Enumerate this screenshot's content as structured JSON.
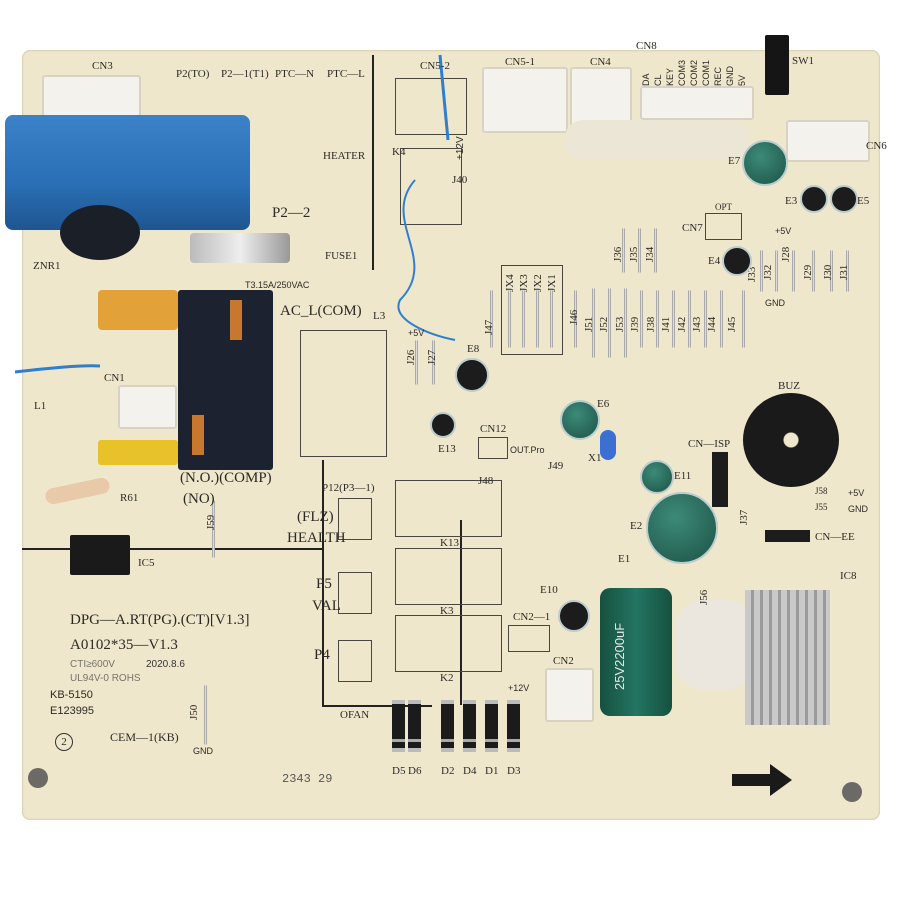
{
  "board": {
    "model": "DPG—A.RT(PG).(CT)[V1.3]",
    "part_no": "A0102*35—V1.3",
    "cti": "CTI≥600V",
    "date": "2020.8.6",
    "ul": "UL94V-0  ROHS",
    "maker_code": "KB-5150",
    "ul_file": "E123995",
    "material": "CEM—1(KB)",
    "layer_mark": "2",
    "stamp": "2343 29",
    "colors": {
      "board": "#efe7cc",
      "capacitor_blue": "#2a6fb5",
      "relay": "#1d2230",
      "electrolytic": "#1e6b5a",
      "ink_pen": "#2f7fd0"
    }
  },
  "labels": {
    "cn3": "CN3",
    "p2to": "P2(TO)",
    "p21": "P2—1(T1)",
    "ptcn": "PTC—N",
    "ptcl": "PTC—L",
    "cn52": "CN5-2",
    "cn51": "CN5-1",
    "cn4": "CN4",
    "cn8": "CN8",
    "sw1": "SW1",
    "cn6": "CN6",
    "cn8_pins": [
      "DA",
      "CL",
      "KEY",
      "COM3",
      "COM2",
      "COM1",
      "REC",
      "GND",
      "5V"
    ],
    "heater": "HEATER",
    "k4": "K4",
    "p22": "P2—2",
    "fuse1": "FUSE1",
    "fuse_rating": "T3.15A/250VAC",
    "znr1": "ZNR1",
    "acl": "AC_L(COM)",
    "l3": "L3",
    "l1": "L1",
    "cn1": "CN1",
    "j40": "J40",
    "plus12v": "+12V",
    "e7": "E7",
    "e3": "E3",
    "e5": "E5",
    "cn7": "CN7",
    "opt": "OPT",
    "e4": "E4",
    "plus5v": "+5V",
    "gnd": "GND",
    "e8": "E8",
    "e6": "E6",
    "e13": "E13",
    "cn12": "CN12",
    "outpro": "OUT.Pro",
    "x1": "X1",
    "j49": "J49",
    "j48": "J48",
    "e11": "E11",
    "e2": "E2",
    "buz": "BUZ",
    "cnisp": "CN—ISP",
    "cnee": "CN—EE",
    "e1": "E1",
    "ic8": "IC8",
    "no_comp": "(N.O.)(COMP)",
    "no": "(NO)",
    "p12": "P12(P3—1)",
    "flz": "(FLZ)",
    "health": "HEALTH",
    "k13": "K13",
    "p5": "P5",
    "val": "VAL",
    "k3": "K3",
    "p4": "P4",
    "k2": "K2",
    "ofan": "OFAN",
    "cn21": "CN2—1",
    "e10": "E10",
    "cn2": "CN2",
    "r61": "R61",
    "ic5": "IC5",
    "j59": "J59",
    "j50": "J50",
    "cap_print": "25V2200uF",
    "diodes": [
      "D5",
      "D6",
      "D2",
      "D4",
      "D1",
      "D3"
    ],
    "jumpers_a": [
      "J36",
      "J35",
      "J34"
    ],
    "jx": [
      "JX4",
      "JX3",
      "JX2",
      "JX1"
    ],
    "jumpers_b": [
      "J47",
      "J46",
      "J51",
      "J52",
      "J53",
      "J39",
      "J38",
      "J41",
      "J42",
      "J43",
      "J44",
      "J45"
    ],
    "jumpers_c": [
      "J33",
      "J32",
      "J28",
      "J29",
      "J30",
      "J31"
    ],
    "j26": "J26",
    "j27": "J27",
    "j58": "J58",
    "j55": "J55",
    "j37": "J37",
    "j56": "J56"
  }
}
